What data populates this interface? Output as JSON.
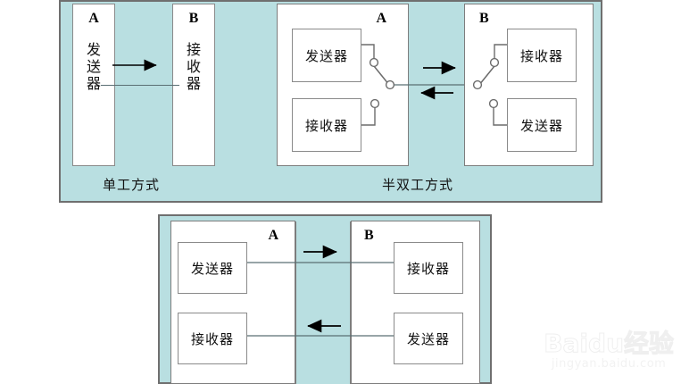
{
  "diagram": {
    "title_hidden": "",
    "colors": {
      "panel_fill": "#b9dfe1",
      "panel_border": "#6f6f6f",
      "box_border": "#8a8a8a",
      "line": "#5a6f73",
      "arrow": "#000000"
    },
    "captions": {
      "simplex": "单工方式",
      "half_duplex": "半双工方式"
    },
    "simplex": {
      "node_a": {
        "tag": "A",
        "label": "发送器",
        "chars": [
          "发",
          "送",
          "器"
        ]
      },
      "node_b": {
        "tag": "B",
        "label": "接收器",
        "chars": [
          "接",
          "收",
          "器"
        ]
      },
      "arrow": "→"
    },
    "half_duplex": {
      "node_a": {
        "tag": "A",
        "top_box": "发送器",
        "bottom_box": "接收器"
      },
      "node_b": {
        "tag": "B",
        "top_box": "接收器",
        "bottom_box": "发送器"
      },
      "arrow_forward": "→",
      "arrow_back": "←"
    },
    "full_duplex": {
      "node_a": {
        "tag": "A",
        "top_box": "发送器",
        "bottom_box": "接收器"
      },
      "node_b": {
        "tag": "B",
        "top_box": "接收器",
        "bottom_box": "发送器"
      },
      "arrow_forward": "→",
      "arrow_back": "←"
    }
  },
  "watermark": {
    "line1": "Baidu经验",
    "line2": "jingyan.baidu.com"
  }
}
